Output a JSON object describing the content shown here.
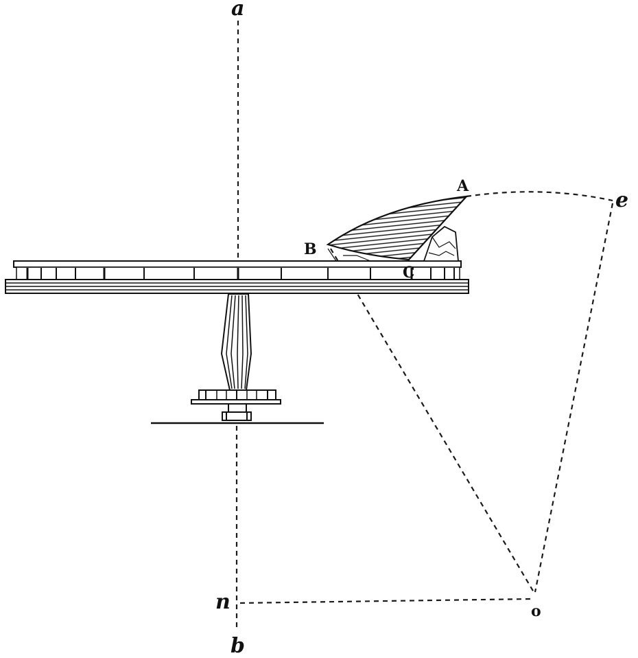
{
  "labels": {
    "a": "a",
    "b": "b",
    "n": "n",
    "o": "o",
    "e": "e",
    "A": "A",
    "B": "B",
    "C": "C"
  }
}
